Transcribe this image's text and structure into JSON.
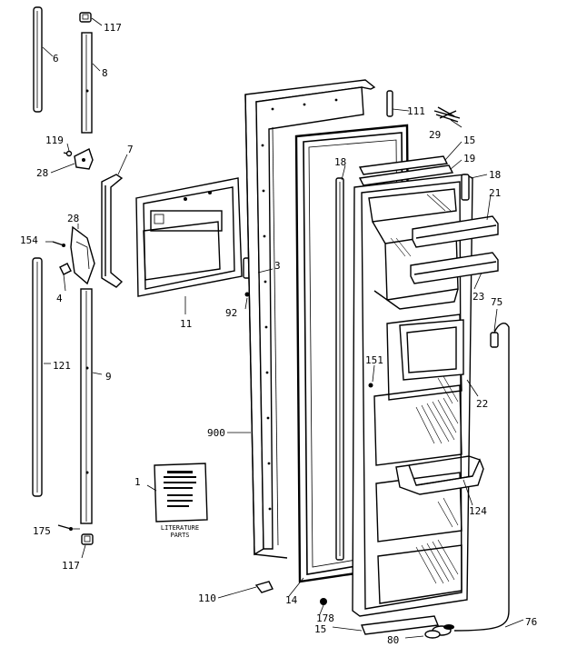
{
  "diagram": {
    "part_labels": {
      "p6": "6",
      "p117a": "117",
      "p8": "8",
      "p111": "111",
      "p119": "119",
      "p7": "7",
      "p29": "29",
      "p15a": "15",
      "p28a": "28",
      "p18a": "18",
      "p19": "19",
      "p18b": "18",
      "p21": "21",
      "p28b": "28",
      "p154": "154",
      "p4": "4",
      "p3": "3",
      "p92": "92",
      "p11": "11",
      "p23": "23",
      "p75": "75",
      "p121": "121",
      "p9": "9",
      "p151": "151",
      "p22": "22",
      "p900": "900",
      "p1": "1",
      "p124": "124",
      "p175": "175",
      "p117b": "117",
      "p110": "110",
      "p14": "14",
      "p178": "178",
      "p76": "76",
      "p15b": "15",
      "p80": "80"
    },
    "literature_caption": [
      "LITERATURE",
      "PARTS"
    ]
  }
}
